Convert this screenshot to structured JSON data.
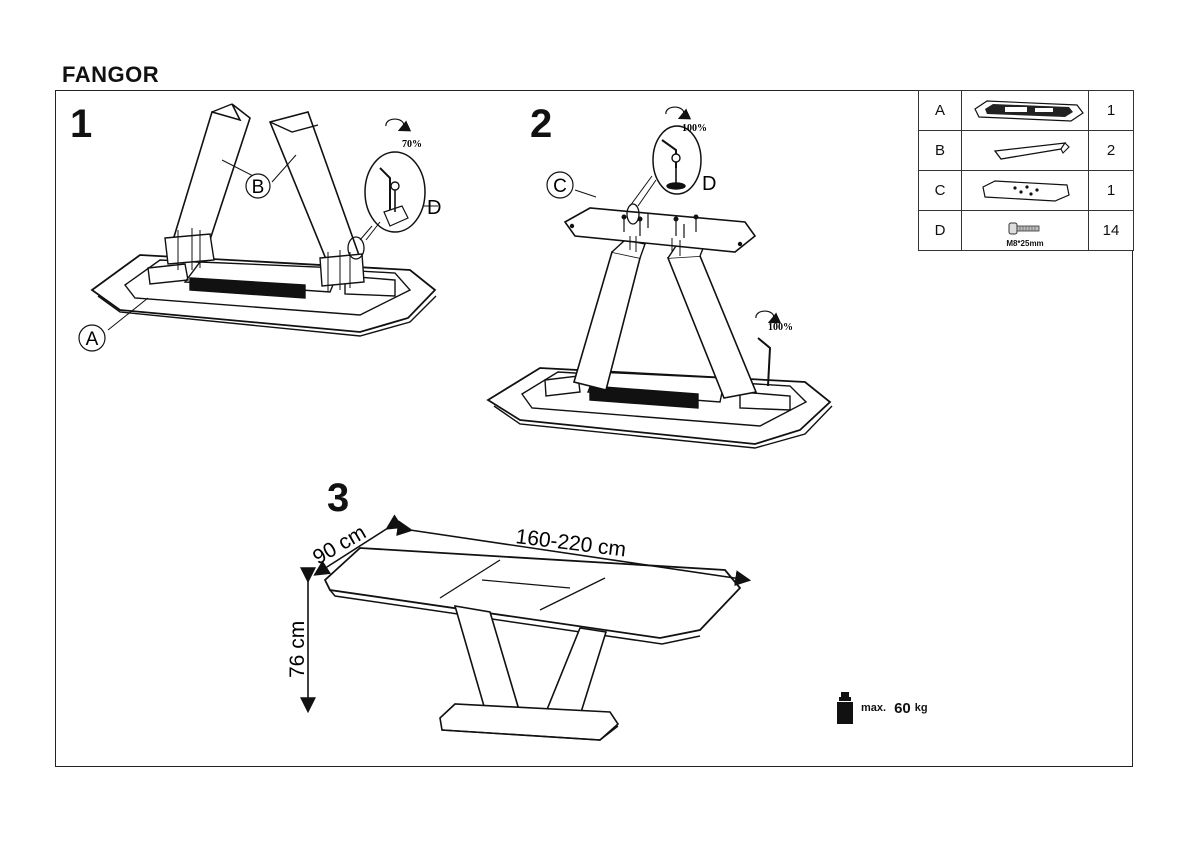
{
  "title": "FANGOR",
  "steps": [
    "1",
    "2",
    "3"
  ],
  "labels": {
    "a": "A",
    "b": "B",
    "c": "C",
    "d": "D"
  },
  "rotations": {
    "step1": "70%",
    "step2_top": "100%",
    "step2_side": "100%"
  },
  "dimensions": {
    "length": "160-220 cm",
    "width": "90 cm",
    "height": "76 cm"
  },
  "parts": [
    {
      "letter": "A",
      "qty": "1",
      "icon": "tabletop-frame-icon",
      "spec": ""
    },
    {
      "letter": "B",
      "qty": "2",
      "icon": "leg-icon",
      "spec": ""
    },
    {
      "letter": "C",
      "qty": "1",
      "icon": "mounting-plate-icon",
      "spec": ""
    },
    {
      "letter": "D",
      "qty": "14",
      "icon": "bolt-icon",
      "spec": "M8*25mm"
    }
  ],
  "max_load": {
    "word": "max.",
    "value": "60",
    "unit": "kg"
  }
}
